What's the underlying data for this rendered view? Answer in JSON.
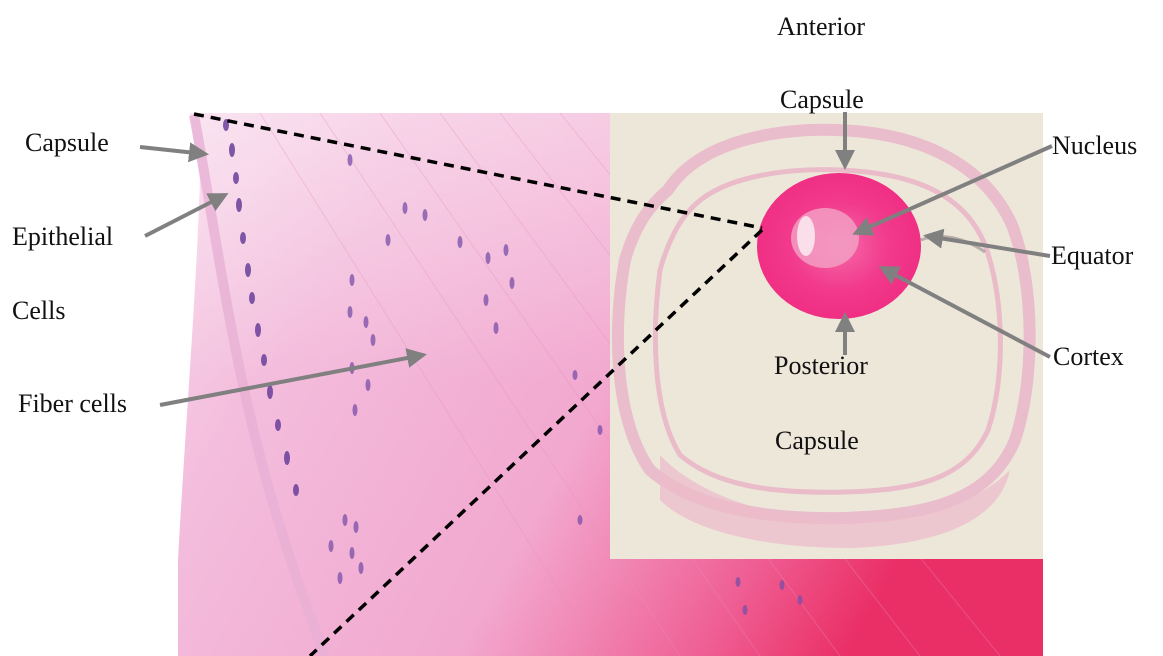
{
  "labels": {
    "capsule": "Capsule",
    "epithelial": "Epithelial",
    "cells": "Cells",
    "fiber_cells": "Fiber cells",
    "anterior": "Anterior",
    "anterior_capsule": "Capsule",
    "nucleus": "Nucleus",
    "equator": "Equator",
    "cortex": "Cortex",
    "posterior": "Posterior",
    "posterior_capsule": "Capsule"
  },
  "colors": {
    "arrow": "#808080",
    "dashed_line": "#000000",
    "tissue_pink": "#f2b8d8",
    "tissue_deep": "#ec2f6a",
    "nuclei_purple": "#6a3f9a",
    "lens_magenta": "#f0388a",
    "inset_background": "#ede7da"
  }
}
